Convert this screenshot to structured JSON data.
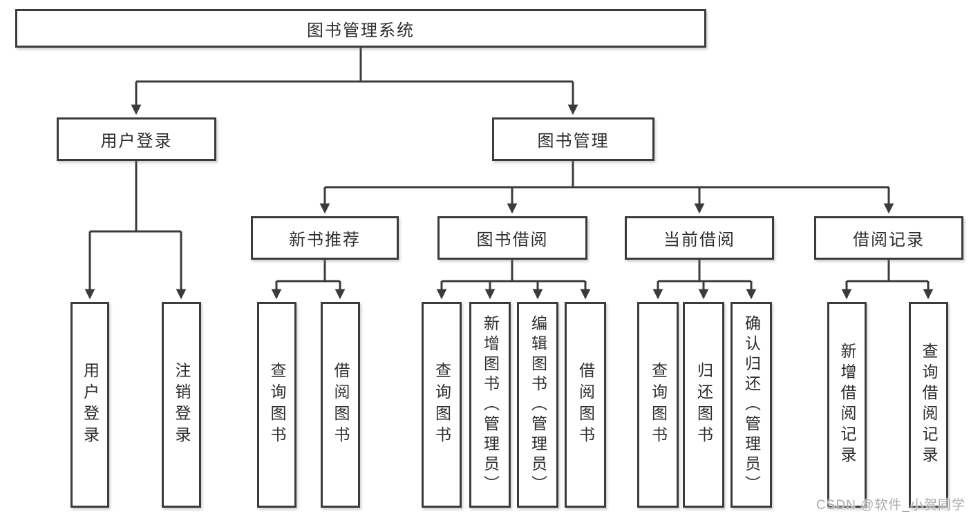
{
  "diagram": {
    "root": "图书管理系统",
    "level2": [
      {
        "label": "用户登录",
        "children": [
          "用户登录",
          "注销登录"
        ]
      },
      {
        "label": "图书管理",
        "children": [
          {
            "label": "新书推荐",
            "children": [
              "查询图书",
              "借阅图书"
            ]
          },
          {
            "label": "图书借阅",
            "children": [
              "查询图书",
              "新增图书（管理员）",
              "编辑图书（管理员）",
              "借阅图书"
            ]
          },
          {
            "label": "当前借阅",
            "children": [
              "查询图书",
              "归还图书",
              "确认归还（管理员）"
            ]
          },
          {
            "label": "借阅记录",
            "children": [
              "新增借阅记录",
              "查询借阅记录"
            ]
          }
        ]
      }
    ]
  },
  "colors": {
    "line": "#3b3b3b",
    "text": "#2d2d2d",
    "box_fill": "#ffffff",
    "watermark": "#ababab"
  },
  "watermark": "CSDN @软件_小贺同学"
}
